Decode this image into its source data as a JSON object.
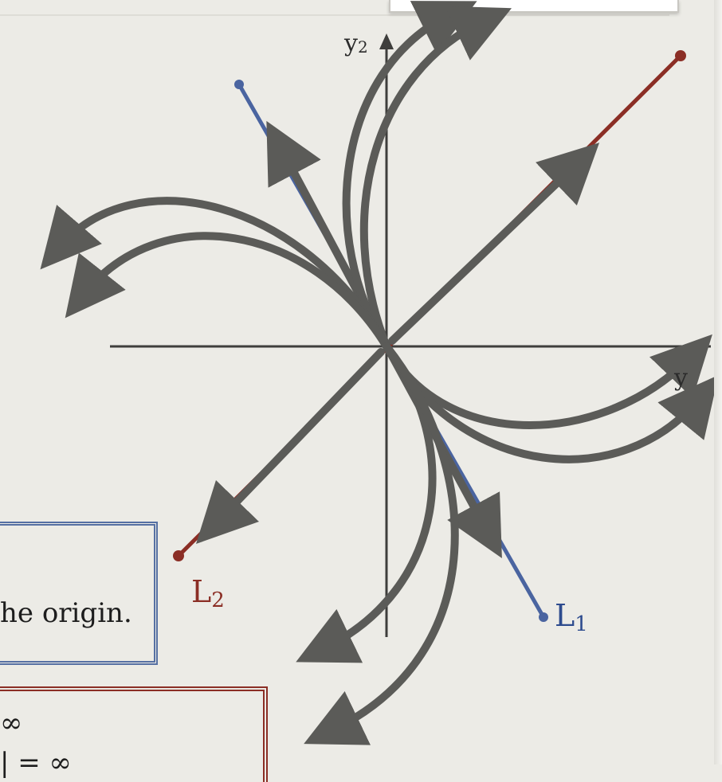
{
  "diagram": {
    "axis_label_y": "y",
    "axis_label_y_sub": "2",
    "axis_label_x_partial": "y",
    "line_labels": [
      {
        "text": "L",
        "sub": "2",
        "color": "#8b2e25"
      },
      {
        "text": "L",
        "sub": "1",
        "color": "#2d4b8e"
      }
    ],
    "colors": {
      "trajectory": "#5b5b58",
      "axis": "#3e3e3c",
      "eigenline_2": "#8b2e25",
      "eigenline_1": "#4a64a0"
    }
  },
  "notes": {
    "blue_box_text": "he origin.",
    "red_box_line1": "∞",
    "red_box_line2": "| = ∞"
  }
}
